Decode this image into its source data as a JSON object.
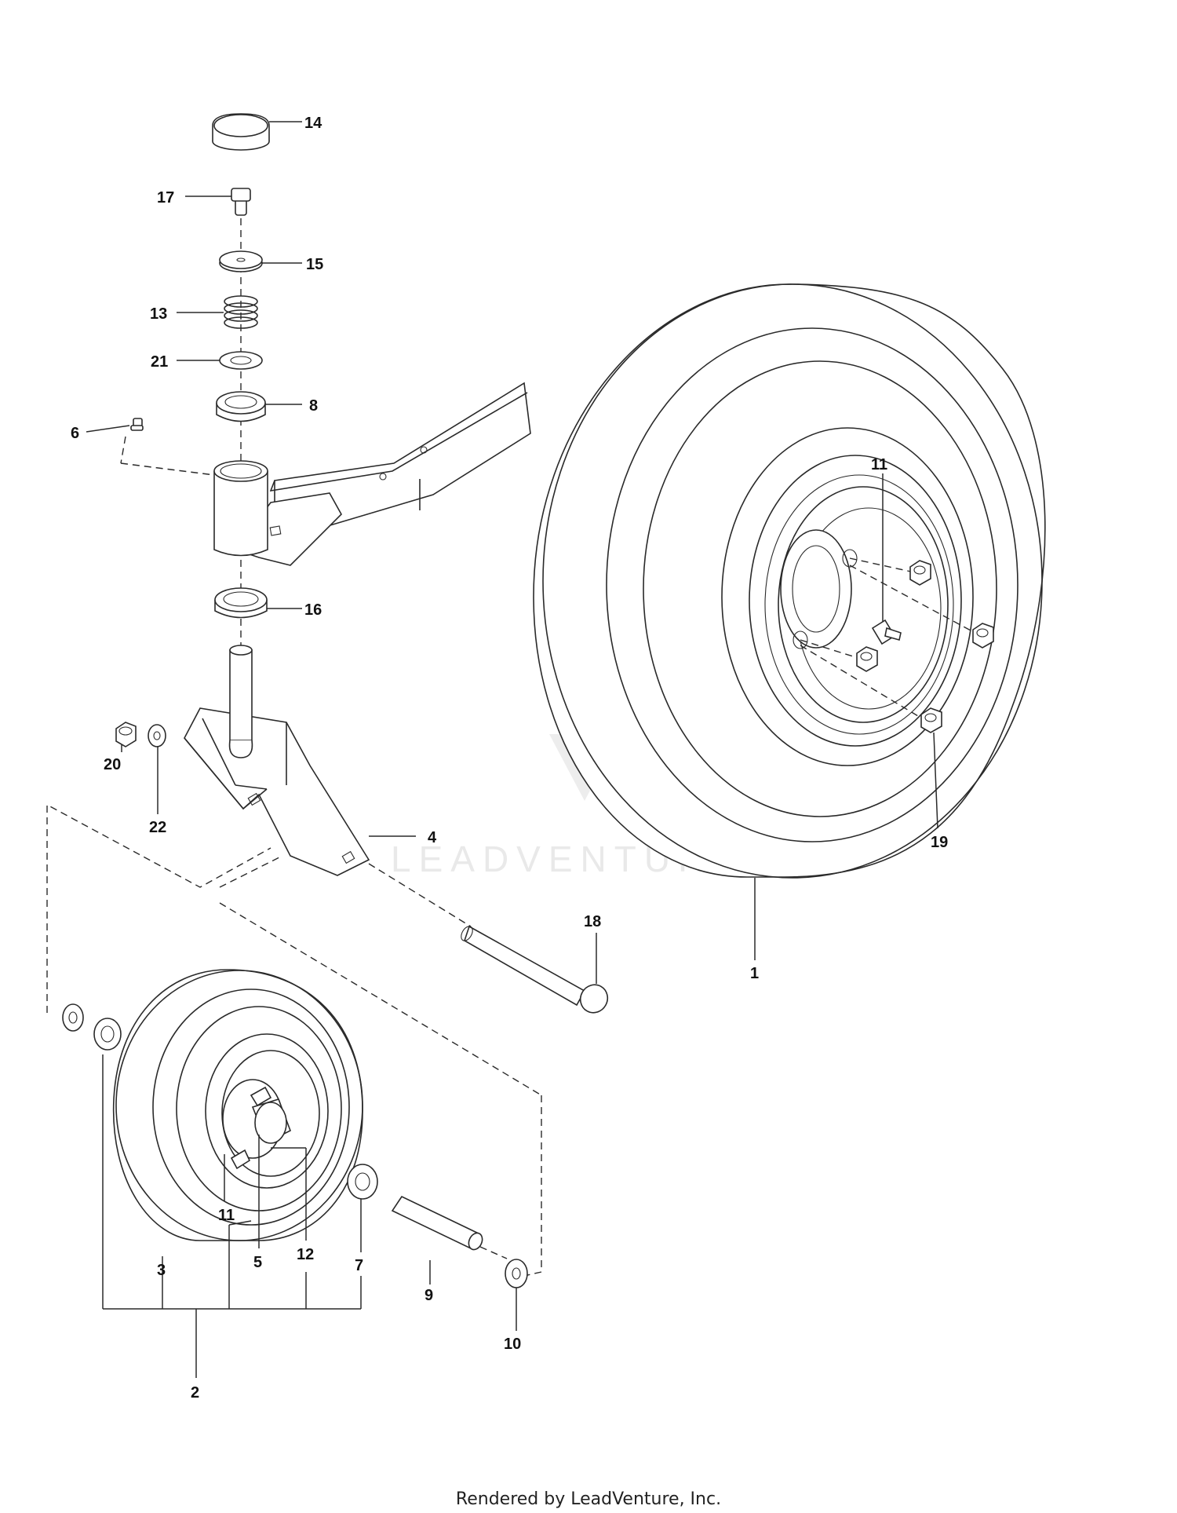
{
  "footer": "Rendered by LeadVenture, Inc.",
  "watermark": "LEADVENTURE",
  "callouts": [
    {
      "id": "14",
      "label": "14"
    },
    {
      "id": "17",
      "label": "17"
    },
    {
      "id": "15",
      "label": "15"
    },
    {
      "id": "13",
      "label": "13"
    },
    {
      "id": "21",
      "label": "21"
    },
    {
      "id": "8",
      "label": "8"
    },
    {
      "id": "6",
      "label": "6"
    },
    {
      "id": "16",
      "label": "16"
    },
    {
      "id": "20",
      "label": "20"
    },
    {
      "id": "22",
      "label": "22"
    },
    {
      "id": "4",
      "label": "4"
    },
    {
      "id": "18",
      "label": "18"
    },
    {
      "id": "11a",
      "label": "11"
    },
    {
      "id": "19",
      "label": "19"
    },
    {
      "id": "1",
      "label": "1"
    },
    {
      "id": "3",
      "label": "3"
    },
    {
      "id": "11b",
      "label": "11"
    },
    {
      "id": "5",
      "label": "5"
    },
    {
      "id": "12",
      "label": "12"
    },
    {
      "id": "7",
      "label": "7"
    },
    {
      "id": "9",
      "label": "9"
    },
    {
      "id": "10",
      "label": "10"
    },
    {
      "id": "2",
      "label": "2"
    }
  ]
}
